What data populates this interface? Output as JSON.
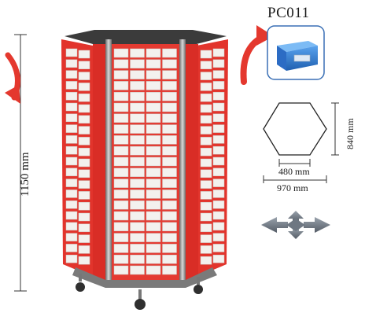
{
  "product": {
    "model_code": "PC011",
    "height_label": "1150 mm",
    "dimensions": {
      "depth_label": "840 mm",
      "side_label": "480 mm",
      "width_label": "970 mm"
    }
  },
  "graphics": {
    "rotation_arrow_icon": "curved-arrow-icon",
    "drawer_icon": "storage-drawer-icon",
    "move_icon": "four-way-arrow-icon",
    "hexagon_icon": "hexagon-footprint-icon"
  },
  "colors": {
    "rack_red": "#e2342c",
    "drawer_white": "#f3f1ee",
    "drawer_blue": "#2f7fd6",
    "arrow_red": "#e4382e",
    "arrow_grey": "#6e7782",
    "frame_grey": "#8c8c8c"
  }
}
